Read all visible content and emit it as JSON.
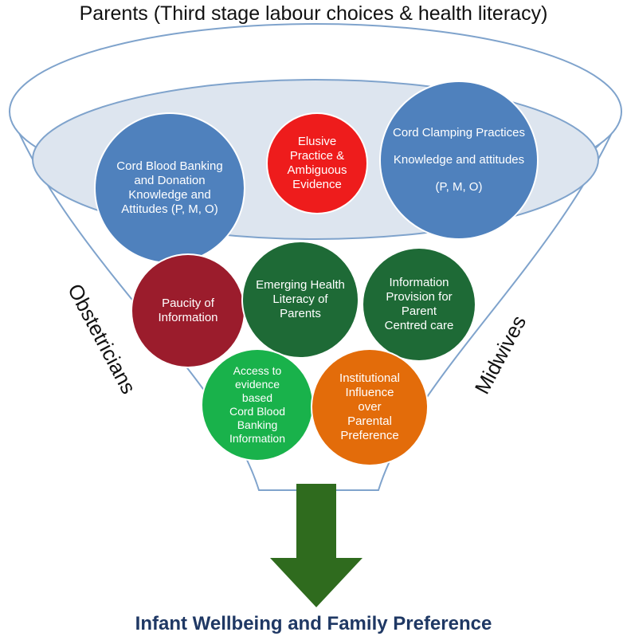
{
  "heading": "Parents (Third stage labour choices & health literacy)",
  "side_left": "Obstetricians",
  "side_right": "Midwives",
  "footer": "Infant Wellbeing and Family Preference",
  "colors": {
    "funnel_stroke": "#7fa3cc",
    "funnel_rim_fill": "#dde5ef",
    "arrow": "#2f6b1e",
    "blue": "#4f81bd",
    "red": "#ee1c1c",
    "maroon": "#9b1c2c",
    "dark_green": "#1e6a36",
    "bright_green": "#19b24b",
    "orange": "#e36c0a",
    "footer_text": "#1f3864"
  },
  "bubbles": {
    "cord_blood": {
      "lines": [
        "Cord Blood Banking",
        "and Donation",
        "Knowledge and",
        "Attitudes (P, M, O)"
      ]
    },
    "elusive": {
      "lines": [
        "Elusive",
        "Practice &",
        "Ambiguous",
        "Evidence"
      ]
    },
    "cord_clamping": {
      "line1": "Cord Clamping Practices",
      "line2": "Knowledge and attitudes",
      "line3": "(P, M, O)"
    },
    "paucity": {
      "lines": [
        "Paucity of",
        "Information"
      ]
    },
    "emerging": {
      "lines": [
        "Emerging Health",
        "Literacy of",
        "Parents"
      ]
    },
    "info_provision": {
      "lines": [
        "Information",
        "Provision for",
        "Parent",
        "Centred care"
      ]
    },
    "access": {
      "lines": [
        "Access to",
        "evidence",
        "based",
        "Cord Blood",
        "Banking",
        "Information"
      ]
    },
    "institutional": {
      "lines": [
        "Institutional",
        "Influence",
        "over",
        "Parental",
        "Preference"
      ]
    }
  }
}
